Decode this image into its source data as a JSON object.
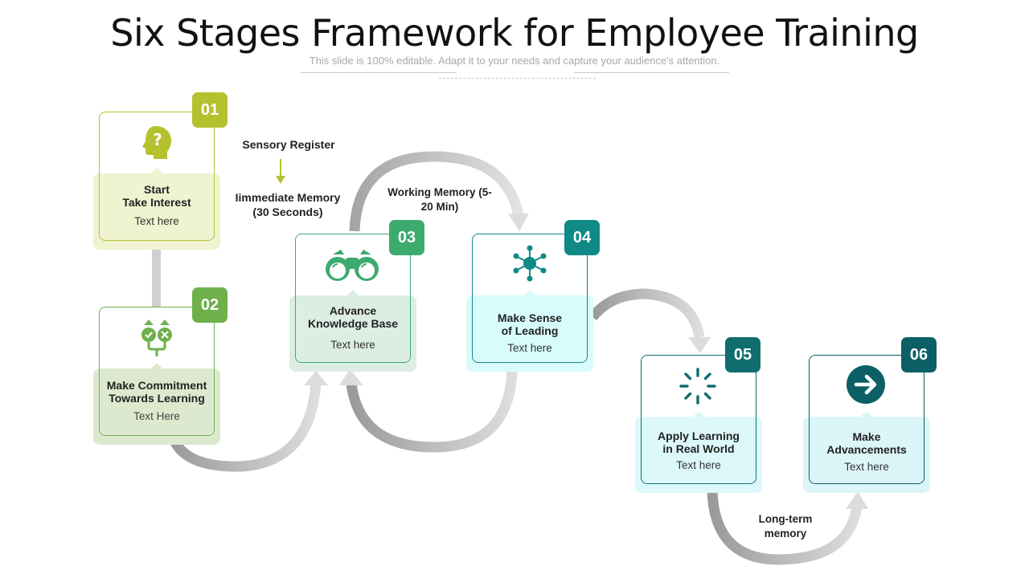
{
  "header": {
    "title": "Six Stages Framework for Employee Training",
    "subtitle": "This slide is 100% editable. Adapt it to your needs and capture your audience's attention."
  },
  "annotations": {
    "sensory_register": "Sensory Register",
    "immediate_memory": "Iimmediate Memory\n(30 Seconds)",
    "working_memory": "Working Memory (5-\n20 Min)",
    "long_term_memory": "Long-term\nmemory"
  },
  "stages": [
    {
      "number": "01",
      "label": "Start\nTake Interest",
      "text": "Text here",
      "icon": "head-question-icon",
      "accent": "#b5c12e"
    },
    {
      "number": "02",
      "label": "Make Commitment\nTowards Learning",
      "text": "Text Here",
      "icon": "decision-arrows-icon",
      "accent": "#6fb04b"
    },
    {
      "number": "03",
      "label": "Advance\nKnowledge Base",
      "text": "Text here",
      "icon": "binoculars-icon",
      "accent": "#3daa6e"
    },
    {
      "number": "04",
      "label": "Make Sense\nof Leading",
      "text": "Text here",
      "icon": "network-icon",
      "accent": "#0f8a86"
    },
    {
      "number": "05",
      "label": "Apply Learning\nin Real World",
      "text": "Text here",
      "icon": "loading-spinner-icon",
      "accent": "#106d6e"
    },
    {
      "number": "06",
      "label": "Make\nAdvancements",
      "text": "Text here",
      "icon": "arrow-right-circle-icon",
      "accent": "#0c6065"
    }
  ]
}
